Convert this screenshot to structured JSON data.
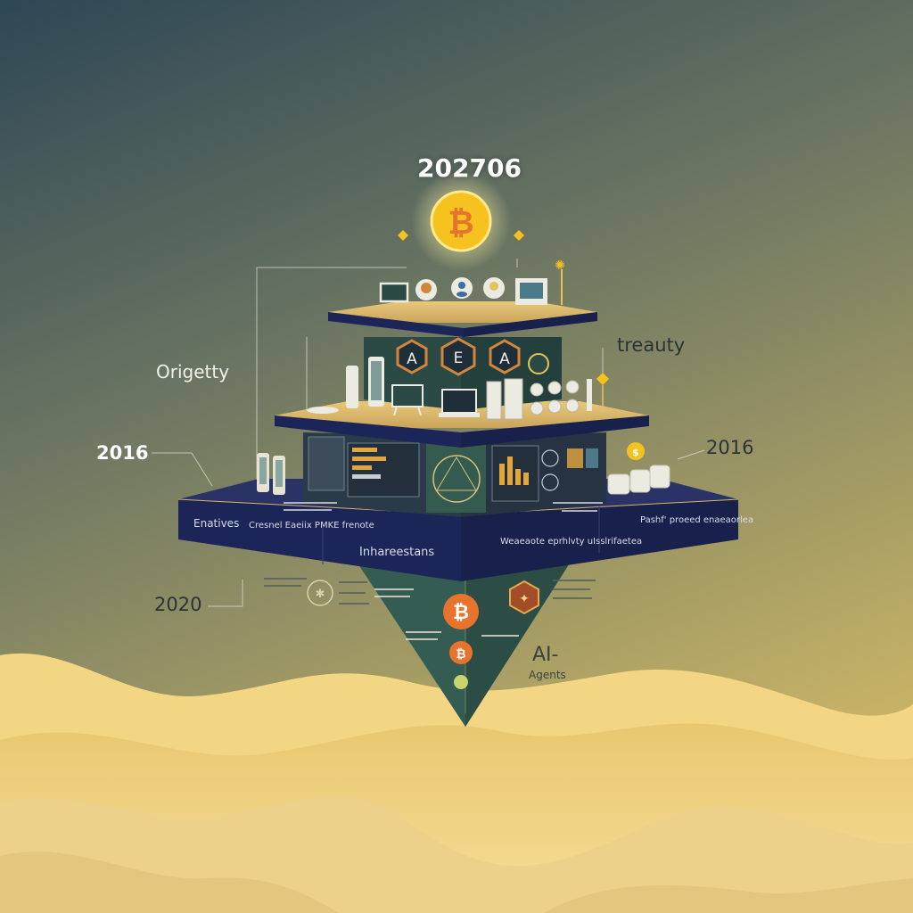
{
  "labels": {
    "year_top": "202706",
    "originy": "Origetty",
    "treasury": "treauty",
    "year_left_2016": "2016",
    "year_right_2016": "2016",
    "year_2020": "2020",
    "ai": "AI-",
    "agents": "Agents"
  },
  "band": {
    "left": "Enatives",
    "left_sub": "Cresnel Eaeiix PMKE frenote",
    "center": "Inhareestans",
    "right_sub": "Weaeaote eprhlvty uIsslrifaetea",
    "far_right": "Pashf' proeed enaeaorlea"
  },
  "tiles": {
    "hex": [
      "A",
      "E",
      "A"
    ]
  },
  "colors": {
    "sky_top": "#2f4854",
    "sky_bottom": "#b9a860",
    "platform_navy": "#1c2558",
    "platform_top": "#d8b569",
    "panel_green": "#33594f",
    "coin_gold": "#f6c21f",
    "coin_orange": "#e8732d",
    "dune_light": "#f3d98a",
    "dune_mid": "#e6c676"
  },
  "icons": [
    "bitcoin-coin-icon",
    "laptop-icon",
    "phone-icon",
    "tablet-icon",
    "document-stack-icon",
    "hexagon-a-icon",
    "network-icon",
    "coin-stack-icon"
  ]
}
